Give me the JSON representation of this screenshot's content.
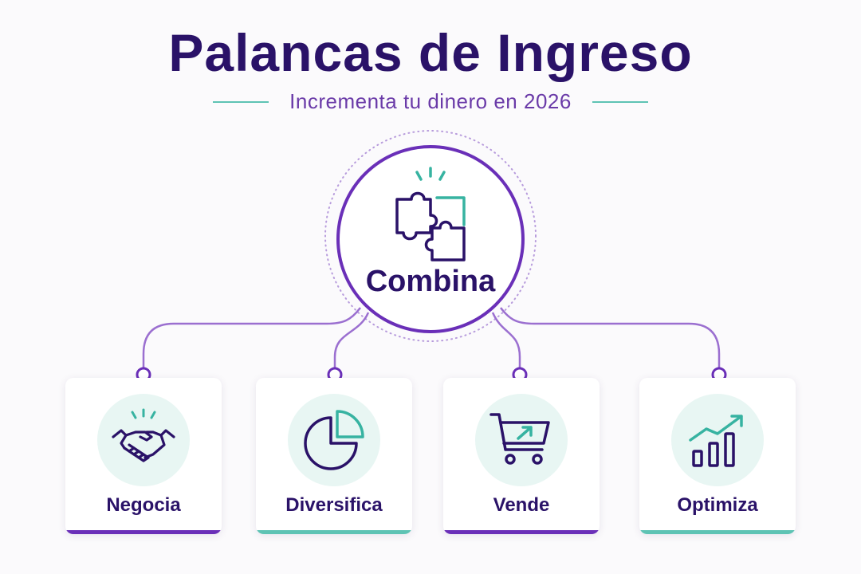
{
  "header": {
    "title": "Palancas de Ingreso",
    "subtitle": "Incrementa tu dinero en 2026"
  },
  "hub": {
    "label": "Combina",
    "icon": "puzzle-icon"
  },
  "cards": [
    {
      "label": "Negocia",
      "icon": "handshake-icon",
      "accent": "#6a2fb8"
    },
    {
      "label": "Diversifica",
      "icon": "pie-chart-icon",
      "accent": "#5ec3b4"
    },
    {
      "label": "Vende",
      "icon": "shopping-cart-icon",
      "accent": "#6a2fb8"
    },
    {
      "label": "Optimiza",
      "icon": "growth-chart-icon",
      "accent": "#5ec3b4"
    }
  ],
  "colors": {
    "navy": "#2a1268",
    "purple": "#6a2fb8",
    "connector": "#9b6fd0",
    "teal": "#37b3a1",
    "teal_light": "#e8f6f3"
  }
}
